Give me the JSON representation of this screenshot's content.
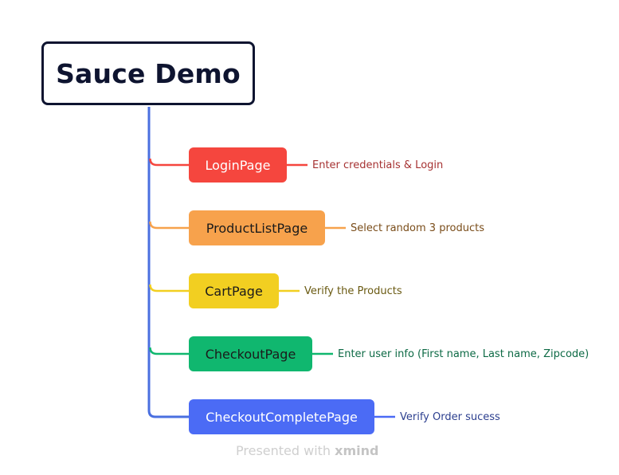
{
  "root": {
    "label": "Sauce Demo"
  },
  "colors": {
    "trunk": "#4a6fe0",
    "root_border": "#0e1430"
  },
  "branches": [
    {
      "id": "login",
      "label": "LoginPage",
      "note": "Enter credentials & Login",
      "color": "#f5463e",
      "text_color": "#ffffff",
      "note_color": "#a63232"
    },
    {
      "id": "product-list",
      "label": "ProductListPage",
      "note": "Select random 3 products",
      "color": "#f7a24c",
      "text_color": "#1b1b1b",
      "note_color": "#7a4d1a"
    },
    {
      "id": "cart",
      "label": "CartPage",
      "note": "Verify the Products",
      "color": "#f2cf21",
      "text_color": "#1b1b1b",
      "note_color": "#6a5a12"
    },
    {
      "id": "checkout",
      "label": "CheckoutPage",
      "note": "Enter user info (First name, Last name, Zipcode)",
      "color": "#10b76f",
      "text_color": "#1b1b1b",
      "note_color": "#0d6a45"
    },
    {
      "id": "checkout-complete",
      "label": "CheckoutCompletePage",
      "note": "Verify Order sucess",
      "color": "#4b6bf5",
      "text_color": "#ffffff",
      "note_color": "#2c3f8f"
    }
  ],
  "watermark": {
    "prefix": "Presented with",
    "brand": "xmind"
  }
}
